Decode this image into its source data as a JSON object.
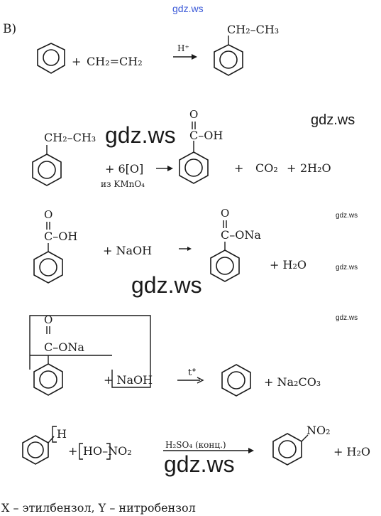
{
  "watermarks": {
    "top": "gdz.ws",
    "big": "gdz.ws",
    "medium": "gdz.ws",
    "small": "gdz.ws"
  },
  "section_label": "B)",
  "r1": {
    "plus": "+",
    "ethene": "CH₂=CH₂",
    "catalyst": "H⁺",
    "substituent": "CH₂–CH₃"
  },
  "r2": {
    "substituent_left": "CH₂–CH₃",
    "oxidant": "+ 6[O]",
    "oxidant_source": "из KMnO₄",
    "carbonyl_o": "O",
    "cooh": "C–OH",
    "plus1": "+",
    "co2": "CO₂",
    "plus2": "+",
    "water": "2H₂O"
  },
  "r3": {
    "carbonyl_o_left": "O",
    "cooh": "C–OH",
    "naoh": "+ NaOH",
    "carbonyl_o_right": "O",
    "coona": "C–ONa",
    "water": "+ H₂O"
  },
  "r4": {
    "carbonyl_o": "O",
    "coona": "C–ONa",
    "naoh": "+ NaOH",
    "condition": "t°",
    "carbonate": "+ Na₂CO₃"
  },
  "r5": {
    "h": "H",
    "plus": "+",
    "hono2": "HO–NO₂",
    "catalyst": "H₂SO₄ (конц.)",
    "no2": "NO₂",
    "water": "+ H₂O"
  },
  "answer": "X – этилбензол, Y – нитробензол"
}
